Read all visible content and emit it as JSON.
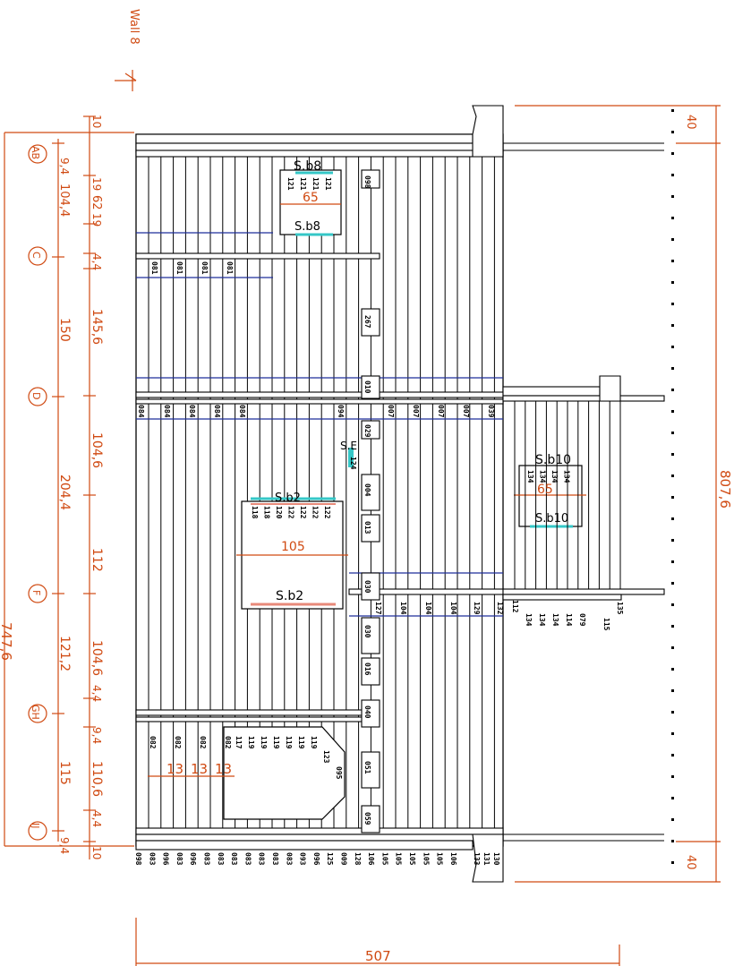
{
  "wall_label": "Wall 8",
  "colors": {
    "dim": "#d04a12",
    "line": "#000000",
    "blue": "#1f2f9a",
    "cyan": "#35c7c7",
    "salmon": "#e88a7a"
  },
  "dimensions": {
    "overall_length": "747,6",
    "overall_length_right": "807,6",
    "width_bottom": "507",
    "end_top": "40",
    "end_bottom": "40",
    "segments_outer": [
      "9,4",
      "104,4",
      "150",
      "204,4",
      "121,2",
      "115",
      "9,4"
    ],
    "segments_inner": [
      "10",
      "19",
      "62",
      "19",
      "4,4",
      "145,6",
      "104,6",
      "112",
      "104,6",
      "4,4",
      "9,4",
      "110,6",
      "4,4",
      "10"
    ]
  },
  "axes": [
    "AB",
    "C",
    "D",
    "F",
    "GH",
    "IJ"
  ],
  "openings": [
    {
      "name": "S.b8",
      "width": "65",
      "ids": [
        "121",
        "121",
        "121",
        "121"
      ]
    },
    {
      "name": "S.b2",
      "width": "105",
      "ids": [
        "118",
        "118",
        "120",
        "122",
        "122",
        "122",
        "122"
      ]
    },
    {
      "name": "S.b10",
      "width": "65",
      "ids": [
        "134",
        "134",
        "134",
        "134"
      ]
    },
    {
      "name": "S.E",
      "width": "",
      "ids": [
        "124"
      ]
    }
  ],
  "arch_widths": [
    "13",
    "13",
    "13"
  ],
  "member_labels": {
    "bottom_row": [
      "098",
      "083",
      "096",
      "083",
      "096",
      "083",
      "083",
      "083",
      "083",
      "083",
      "083",
      "083",
      "093",
      "096",
      "125",
      "009",
      "128",
      "106",
      "105",
      "105",
      "105",
      "105",
      "105",
      "106",
      "133",
      "131",
      "130"
    ],
    "row_081": [
      "081",
      "081",
      "081",
      "081"
    ],
    "row_084": [
      "084",
      "084",
      "084",
      "084",
      "084",
      "094",
      "007",
      "007",
      "007",
      "007",
      "039"
    ],
    "row_104": [
      "127",
      "104",
      "104",
      "104",
      "129",
      "132"
    ],
    "row_082": [
      "082",
      "082",
      "082",
      "082",
      "117",
      "119",
      "119",
      "119",
      "119",
      "119",
      "119",
      "123",
      "095"
    ],
    "studs": [
      "098",
      "267",
      "010",
      "029",
      "004",
      "013",
      "030",
      "030",
      "016",
      "040",
      "051",
      "059"
    ],
    "right_wing": [
      "112",
      "134",
      "134",
      "134",
      "114",
      "079",
      "115",
      "135"
    ]
  }
}
